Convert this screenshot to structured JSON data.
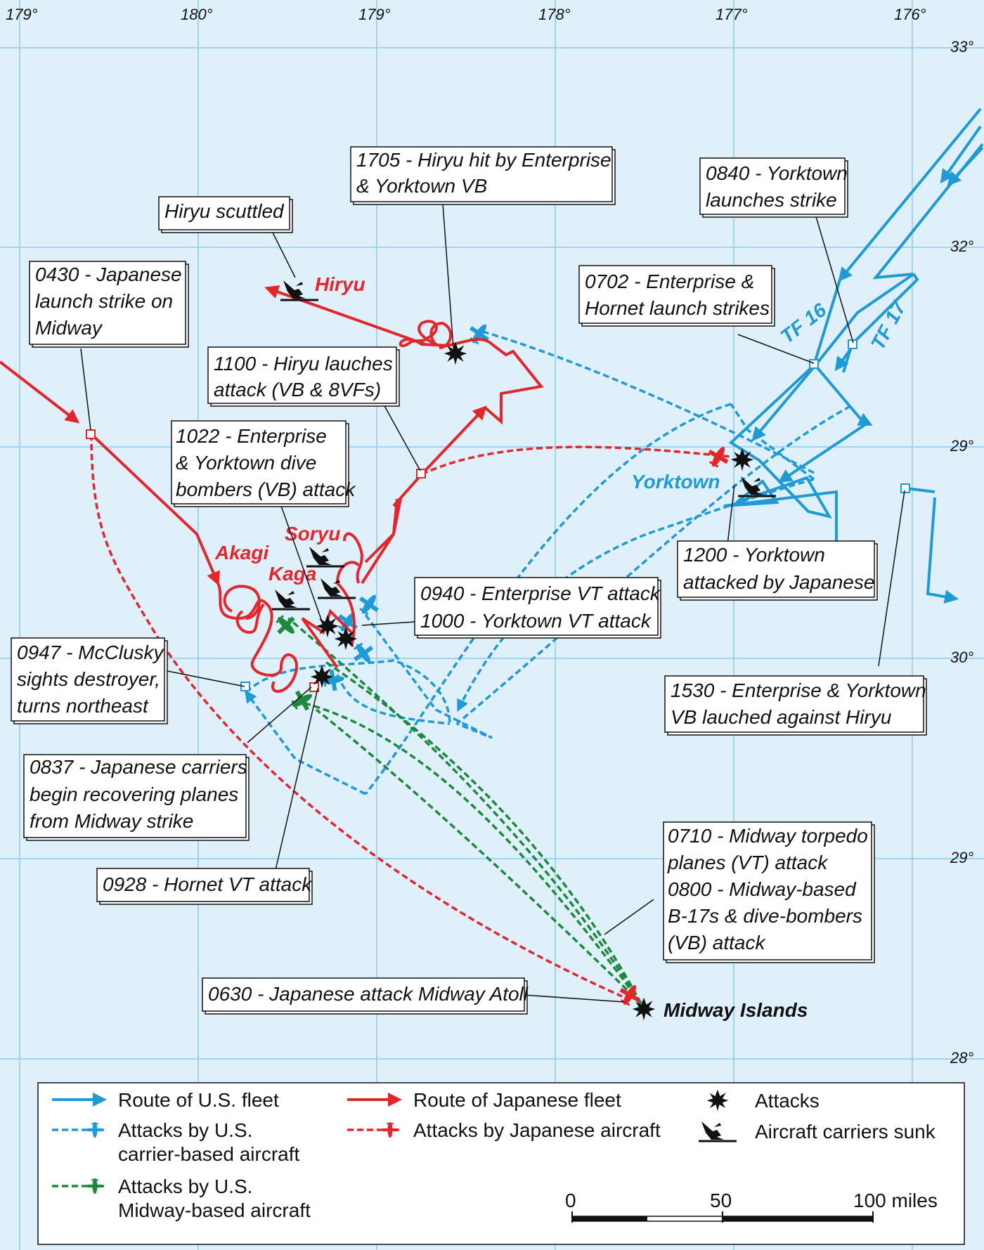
{
  "colors": {
    "sea": "#dff0fa",
    "grid": "#8ecbe9",
    "us": "#1e9ad6",
    "japan": "#e3262b",
    "midway": "#1b8a3d",
    "ink": "#111111"
  },
  "grid": {
    "longitudes": [
      "179°",
      "180°",
      "179°",
      "178°",
      "177°",
      "176°"
    ],
    "latitudes": [
      "33°",
      "32°",
      "29°",
      "30°",
      "29°",
      "28°"
    ]
  },
  "ships": {
    "hiryu": "Hiryu",
    "soryu": "Soryu",
    "akagi": "Akagi",
    "kaga": "Kaga",
    "yorktown": "Yorktown",
    "tf16": "TF 16",
    "tf17": "TF 17",
    "midway": "Midway Islands"
  },
  "callouts": {
    "hiryu_hit": [
      "1705 - Hiryu hit by Enterprise",
      "& Yorktown VB"
    ],
    "hiryu_scuttled": [
      "Hiryu scuttled"
    ],
    "yorktown_launch": [
      "0840 - Yorktown",
      "launches strike"
    ],
    "japan_launch": [
      "0430 - Japanese",
      "launch strike on",
      "Midway"
    ],
    "ent_hornet_launch": [
      "0702 - Enterprise &",
      "Hornet launch strikes"
    ],
    "hiryu_attack": [
      "1100 - Hiryu lauches",
      "attack (VB & 8VFs)"
    ],
    "dive_bombers": [
      "1022 - Enterprise",
      "& Yorktown dive",
      "bombers (VB) attack"
    ],
    "yorktown_attacked": [
      "1200 - Yorktown",
      "attacked by Japanese"
    ],
    "vt_attack": [
      "0940 - Enterprise VT attack",
      "1000 - Yorktown VT attack"
    ],
    "mcclusky": [
      "0947 - McClusky",
      "sights destroyer,",
      "turns northeast"
    ],
    "vb_hiryu": [
      "1530 - Enterprise & Yorktown",
      "VB lauched against Hiryu"
    ],
    "recovering": [
      "0837 - Japanese carriers",
      "begin recovering planes",
      "from Midway strike"
    ],
    "midway_vt": [
      "0710 - Midway torpedo",
      "planes (VT) attack",
      "0800 - Midway-based",
      "B-17s & dive-bombers",
      "(VB) attack"
    ],
    "hornet_vt": [
      "0928 - Hornet VT attack"
    ],
    "midway_atoll": [
      "0630 - Japanese attack Midway Atoll"
    ]
  },
  "legend": {
    "us_route": "Route of U.S. fleet",
    "us_carrier": [
      "Attacks by U.S.",
      "carrier-based aircraft"
    ],
    "us_midway": [
      "Attacks by U.S.",
      "Midway-based aircraft"
    ],
    "jp_route": "Route of Japanese fleet",
    "jp_air": "Attacks by Japanese aircraft",
    "attacks": "Attacks",
    "sunk": "Aircraft carriers sunk"
  },
  "scale": {
    "ticks": [
      "0",
      "50",
      "100 miles"
    ]
  }
}
